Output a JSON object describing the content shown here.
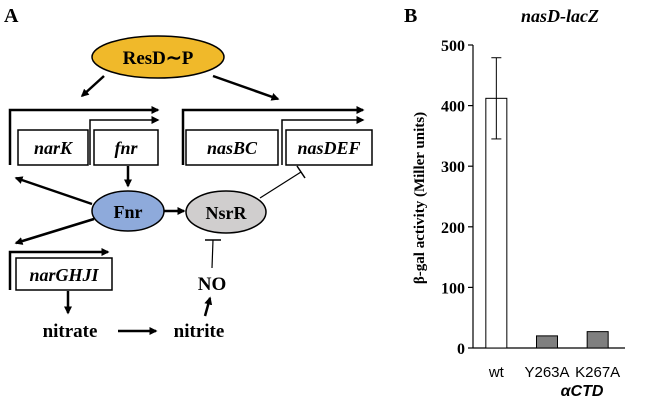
{
  "panel_a": {
    "letter": "A",
    "resd_label": "ResD∼P",
    "genes": {
      "narK": "narK",
      "fnr": "fnr",
      "nasBC": "nasBC",
      "nasDEF": "nasDEF",
      "narGHJI": "narGHJI"
    },
    "fnr_label": "Fnr",
    "nsrr_label": "NsrR",
    "no_label": "NO",
    "nitrate_label": "nitrate",
    "nitrite_label": "nitrite",
    "colors": {
      "resd": "#f0b92a",
      "fnr": "#8eaadb",
      "nsrr": "#d0cece"
    }
  },
  "panel_b": {
    "letter": "B",
    "group_label": "αCTD"
  },
  "chart_data": {
    "type": "bar",
    "title": "nasD-lacZ",
    "ylabel": "β-gal activity (Miller units)",
    "xlabel": "",
    "ylim": [
      0,
      500
    ],
    "yticks": [
      0,
      100,
      200,
      300,
      400,
      500
    ],
    "categories": [
      "wt",
      "Y263A",
      "K267A"
    ],
    "values": [
      412,
      20,
      27
    ],
    "errors": [
      67,
      0,
      0
    ],
    "bar_colors": [
      "#ffffff",
      "#7f7f7f",
      "#7f7f7f"
    ],
    "grid": false,
    "legend": "none"
  }
}
